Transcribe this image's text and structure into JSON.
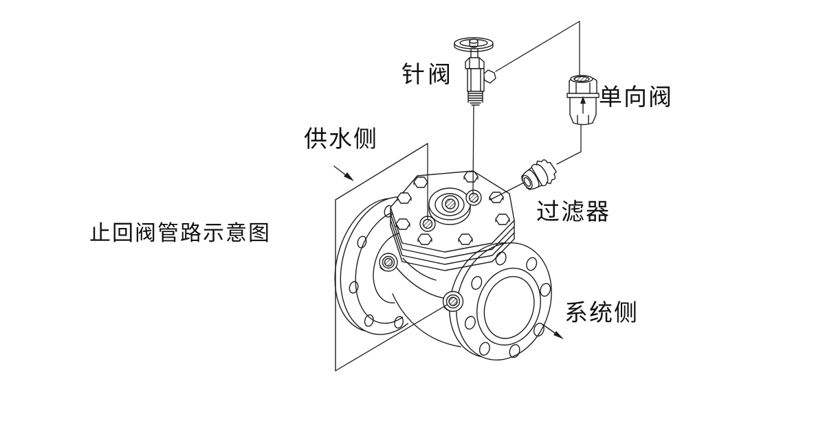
{
  "title": "止回阀管路示意图",
  "labels": {
    "needle_valve": "针阀",
    "check_valve": "单向阀",
    "strainer": "过滤器",
    "supply_side": "供水侧",
    "system_side": "系统侧"
  },
  "colors": {
    "line": "#1c1c1c",
    "text": "#111111",
    "background": "#ffffff"
  }
}
